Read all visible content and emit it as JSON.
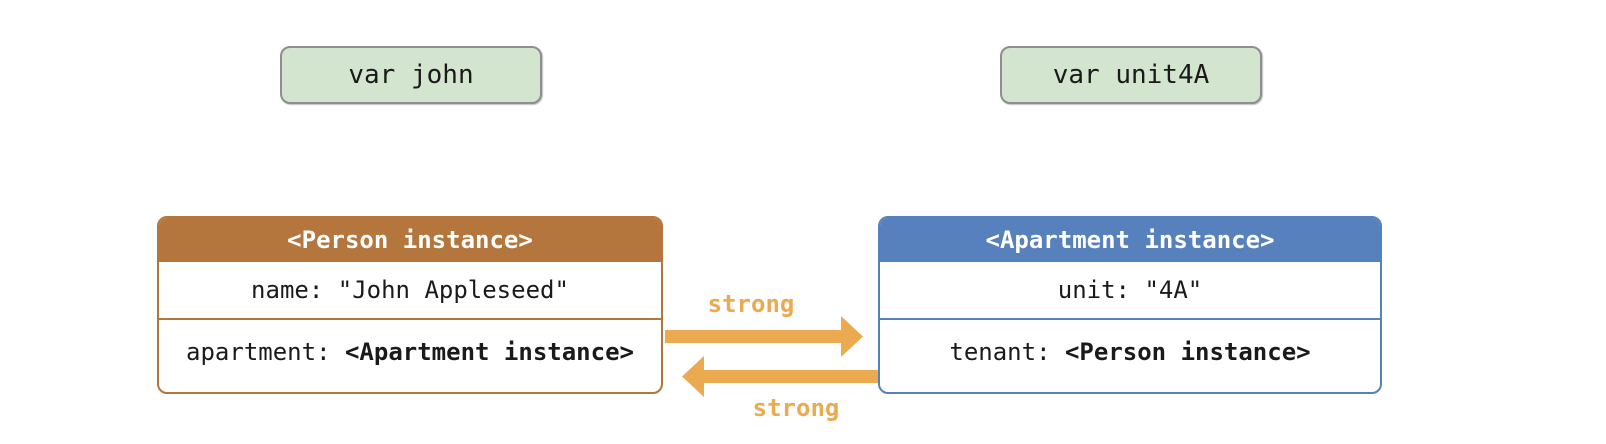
{
  "variables": {
    "john": {
      "label": "var john"
    },
    "unit4a": {
      "label": "var unit4A"
    }
  },
  "person": {
    "title": "<Person instance>",
    "name_row": "name: \"John Appleseed\"",
    "apartment_label": "apartment: ",
    "apartment_value": "<Apartment instance>"
  },
  "apartment": {
    "title": "<Apartment instance>",
    "unit_row": "unit: \"4A\"",
    "tenant_label": "tenant: ",
    "tenant_value": "<Person instance>"
  },
  "references": {
    "person_to_apartment_label": "strong",
    "apartment_to_person_label": "strong"
  },
  "colors": {
    "person_accent": "#b5763e",
    "apartment_accent": "#5681bc",
    "arrow_orange": "#eba950",
    "variable_fill": "#d3e4cf",
    "variable_border": "#8e8e8e",
    "header_text": "#ffffff",
    "body_text": "#1a1a1a",
    "background": "#ffffff"
  }
}
